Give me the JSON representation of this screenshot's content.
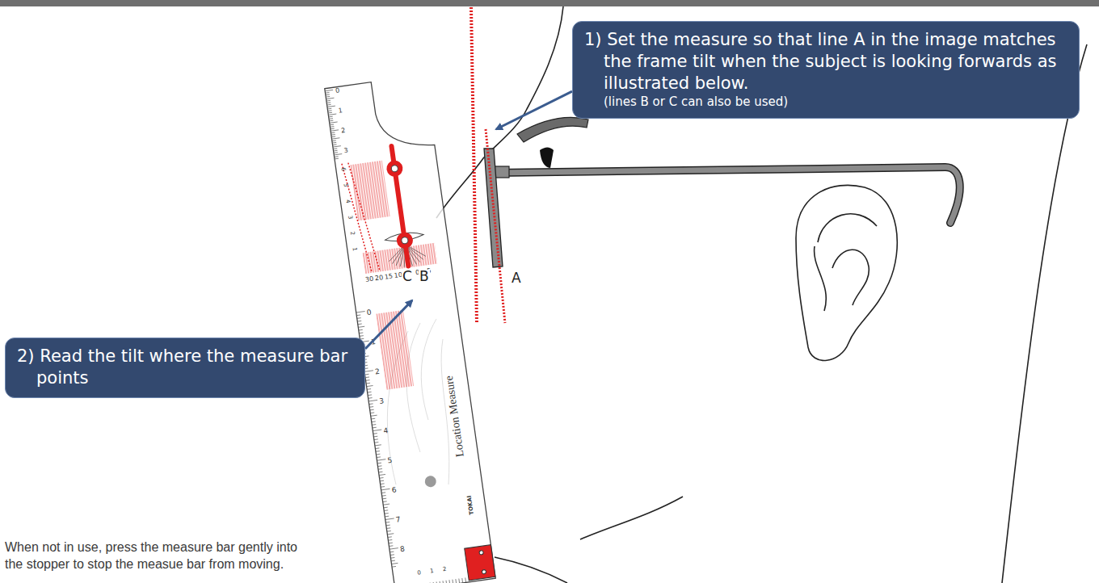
{
  "diagram": {
    "nodes": [
      {
        "text": [
          "1) Set the measure so that line A in the image matches the frame tilt when the subject is looking forwards as illustrated below.",
          "(lines B or C can also be used)"
        ]
      },
      {
        "text": [
          "2) Read the tilt where the measure bar points"
        ]
      }
    ],
    "labels": [
      "0",
      "1",
      "2",
      "3",
      "6",
      "5",
      "4",
      "3",
      "2",
      "1",
      "30",
      "20",
      "15",
      "10",
      "5",
      "0",
      "-5",
      "C",
      "B",
      "A",
      "0",
      "1",
      "2",
      "3",
      "4",
      "5",
      "6",
      "7",
      "8",
      "Location Measure",
      "TOKAI",
      "0",
      "1",
      "2",
      "When not in use, press the measure bar gently into the stopper to stop the measue bar from moving."
    ]
  }
}
